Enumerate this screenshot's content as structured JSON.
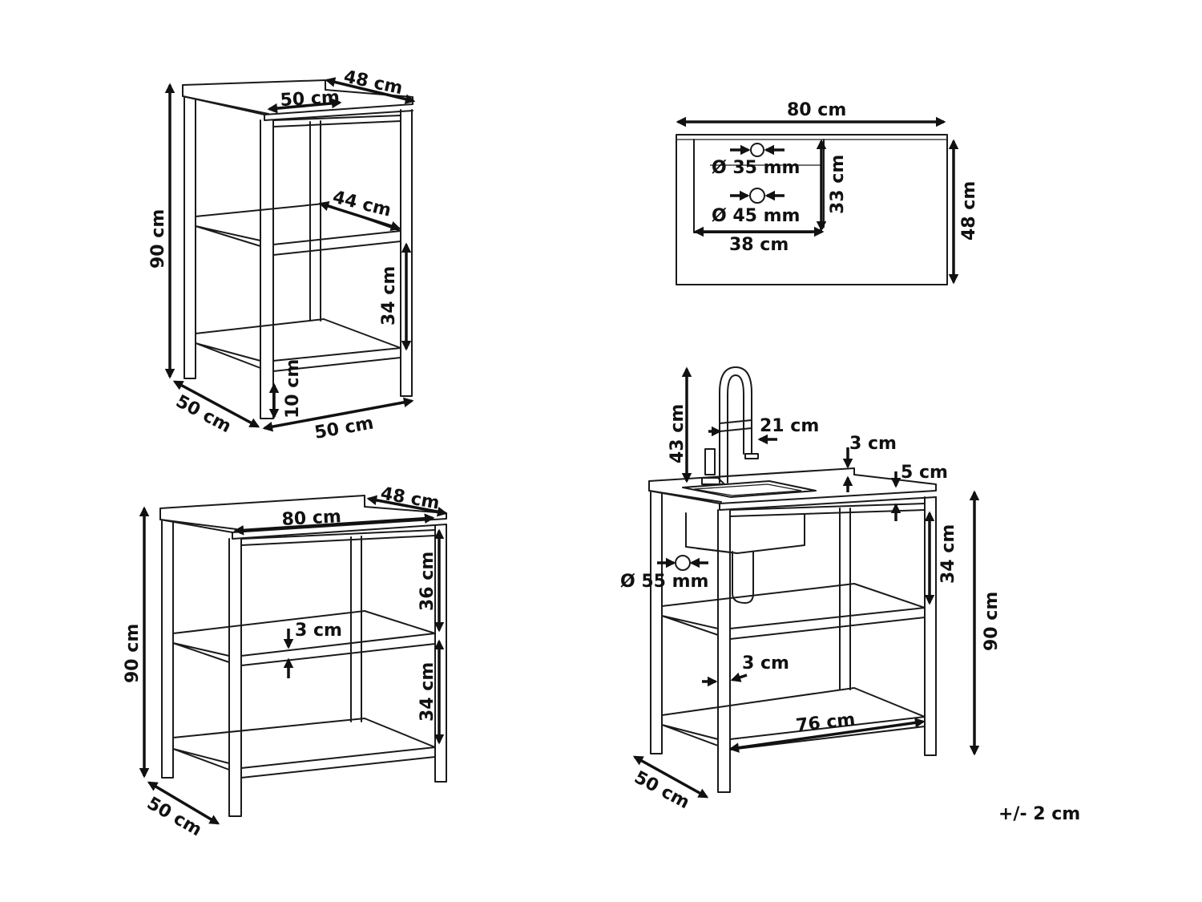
{
  "colors": {
    "stroke": "#1a1a1a",
    "background": "#ffffff"
  },
  "small_cabinet": {
    "width_top": "48 cm",
    "depth_top": "50 cm",
    "height": "90 cm",
    "shelf_depth": "44 cm",
    "shelf_gap": "34 cm",
    "leg_height": "10 cm",
    "depth_bottom": "50 cm",
    "width_bottom": "50 cm"
  },
  "sink_top_view": {
    "width": "80 cm",
    "hole_small": "Ø 35 mm",
    "hole_large": "Ø 45 mm",
    "basin_depth": "33 cm",
    "total_depth": "48 cm",
    "basin_width": "38 cm"
  },
  "large_cabinet": {
    "depth_top": "48 cm",
    "width_top": "80 cm",
    "upper_gap": "36 cm",
    "height": "90 cm",
    "shelf_thickness": "3 cm",
    "lower_gap": "34 cm",
    "depth_bottom": "50 cm"
  },
  "sink_cabinet": {
    "faucet_height": "43 cm",
    "faucet_reach": "21 cm",
    "backsplash": "3 cm",
    "top_thickness": "5 cm",
    "drain": "Ø 55 mm",
    "upper_gap": "34 cm",
    "height": "90 cm",
    "frame_thickness": "3 cm",
    "inner_width": "76 cm",
    "depth": "50 cm"
  },
  "tolerance": "+/- 2 cm"
}
